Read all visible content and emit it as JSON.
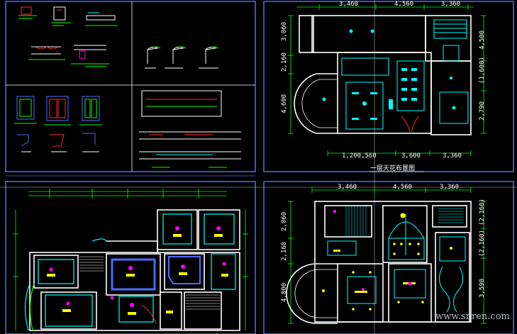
{
  "drawing": {
    "colors": {
      "background": "#000000",
      "panel_frame": "#4a6cff",
      "wall": "#ffffff",
      "dimension": "#00ff00",
      "ceiling_line": "#00ffff",
      "light": "#ffff00",
      "accent": "#ff00ff",
      "fixture_red": "#ff2a2a"
    },
    "top_right_plan": {
      "dims_top": [
        "3,460",
        "4,560",
        "3,360"
      ],
      "dims_bottom": [
        "1,200,560",
        "3,600",
        "3,360"
      ],
      "dims_left": [
        "3,060",
        "2,160",
        "4,600"
      ],
      "dims_right": [
        "4,500",
        "(1,600)",
        "2,790"
      ],
      "title": "一层天花布置图"
    },
    "bottom_right_plan": {
      "dims_top": [
        "3,460",
        "4,560",
        "3,360"
      ],
      "dims_left": [
        "2,060",
        "2,160",
        "4,800"
      ],
      "dims_right": [
        "(2,160)",
        "(2,160)",
        "3,590"
      ]
    },
    "watermark": "www.snren.com"
  }
}
